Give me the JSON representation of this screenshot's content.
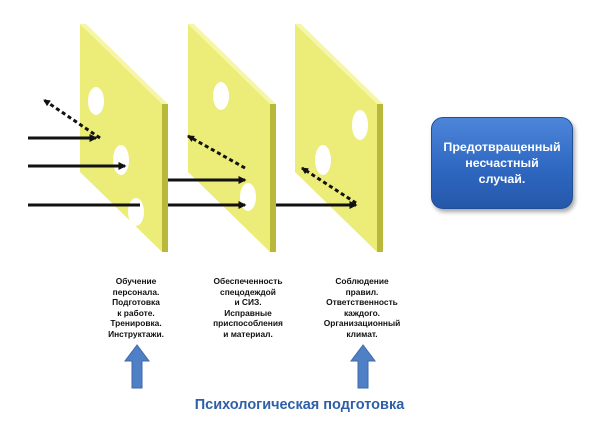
{
  "layers": [
    {
      "name": "training",
      "caption_lines": [
        "Обучение",
        "персонала.",
        "Подготовка",
        "к работе.",
        "Тренировка.",
        "Инструктажи."
      ]
    },
    {
      "name": "equipment",
      "caption_lines": [
        "Обеспеченность",
        "спецодеждой",
        "и СИЗ.",
        "Исправные",
        "приспособления",
        "и материал."
      ]
    },
    {
      "name": "rules",
      "caption_lines": [
        "Соблюдение",
        "правил.",
        "Ответственность",
        "каждого.",
        "Организационный",
        "климат."
      ]
    }
  ],
  "outcome": {
    "lines": [
      "Предотвращенный",
      "несчастный",
      "случай."
    ]
  },
  "footer": {
    "label": "Психологическая подготовка"
  },
  "colors": {
    "slab_face": "#ecec78",
    "slab_side": "#b8b83a",
    "slab_top": "#f6f6a8",
    "arrow_up": "#4f7fc4",
    "outcome_box": "#2f68c2",
    "footer_text": "#2e5fa8"
  }
}
